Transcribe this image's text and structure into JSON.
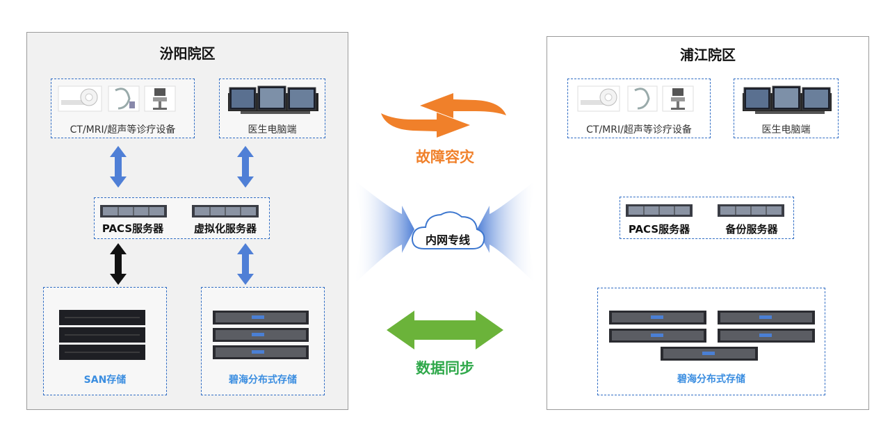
{
  "left_campus": {
    "title": "汾阳院区",
    "devices_label": "CT/MRI/超声等诊疗设备",
    "doctor_pc_label": "医生电脑端",
    "pacs_server_label": "PACS服务器",
    "virtual_server_label": "虚拟化服务器",
    "san_storage_label": "SAN存储",
    "distributed_storage_label": "碧海分布式存储"
  },
  "right_campus": {
    "title": "浦江院区",
    "devices_label": "CT/MRI/超声等诊疗设备",
    "doctor_pc_label": "医生电脑端",
    "pacs_server_label": "PACS服务器",
    "backup_server_label": "备份服务器",
    "distributed_storage_label": "碧海分布式存储"
  },
  "center": {
    "disaster_recovery_label": "故障容灾",
    "intranet_label": "内网专线",
    "data_sync_label": "数据同步"
  },
  "colors": {
    "orange": "#f0802a",
    "green": "#6bb33a",
    "green_text": "#2fa84a",
    "blue_arrow": "#4f7fd6",
    "label_blue": "#3a8de0"
  }
}
